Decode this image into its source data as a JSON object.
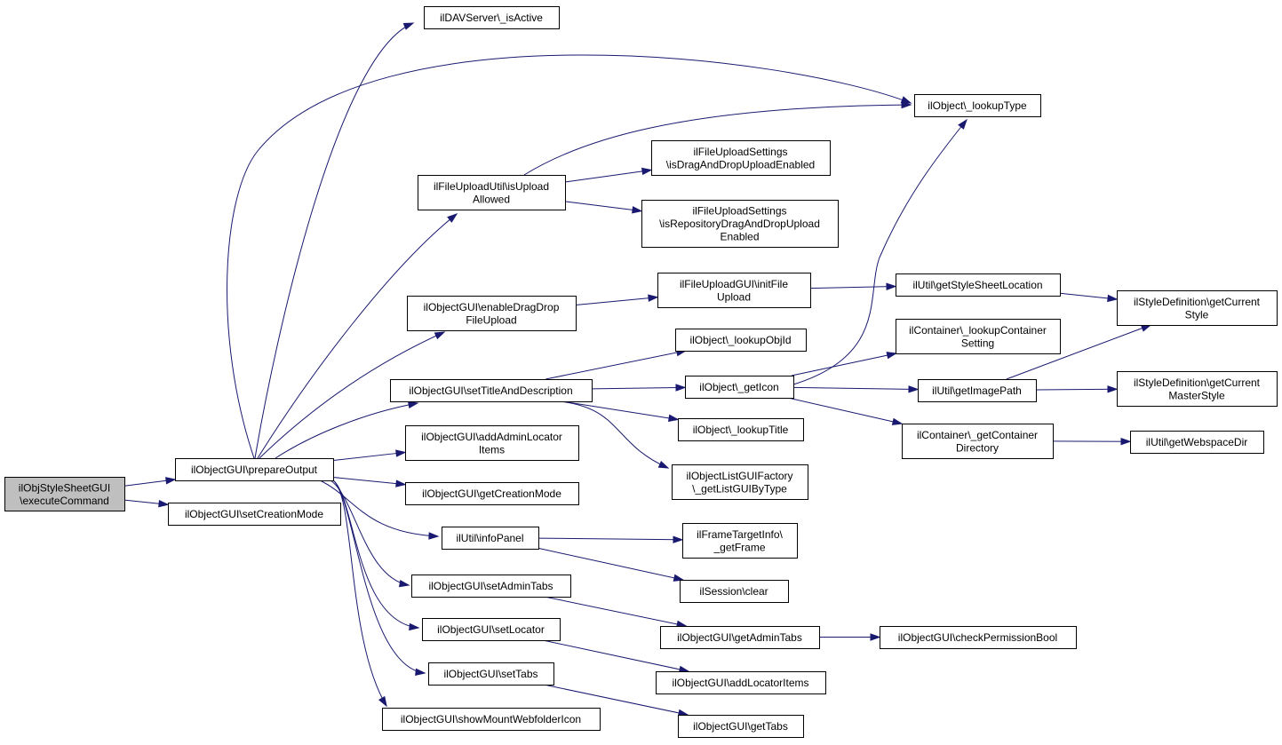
{
  "graph": {
    "type": "call-graph",
    "direction": "left-to-right",
    "colors": {
      "edge": "#191970",
      "node_border": "#000000",
      "node_fill": "#ffffff",
      "root_fill": "#bfbfbf",
      "text": "#000000"
    },
    "nodes": [
      {
        "id": "root",
        "lines": [
          "ilObjStyleSheetGUI",
          "\\executeCommand"
        ],
        "root": true
      },
      {
        "id": "prepareOutput",
        "lines": [
          "ilObjectGUI\\prepareOutput"
        ]
      },
      {
        "id": "setCreationMode",
        "lines": [
          "ilObjectGUI\\setCreationMode"
        ]
      },
      {
        "id": "davIsActive",
        "lines": [
          "ilDAVServer\\_isActive"
        ]
      },
      {
        "id": "lookupType",
        "lines": [
          "ilObject\\_lookupType"
        ]
      },
      {
        "id": "isUploadAllowed",
        "lines": [
          "ilFileUploadUtil\\isUpload",
          "Allowed"
        ]
      },
      {
        "id": "isDragDrop",
        "lines": [
          "ilFileUploadSettings",
          "\\isDragAndDropUploadEnabled"
        ]
      },
      {
        "id": "isRepoDragDrop",
        "lines": [
          "ilFileUploadSettings",
          "\\isRepositoryDragAndDropUpload",
          "Enabled"
        ]
      },
      {
        "id": "enableDragDrop",
        "lines": [
          "ilObjectGUI\\enableDragDrop",
          "FileUpload"
        ]
      },
      {
        "id": "initFileUpload",
        "lines": [
          "ilFileUploadGUI\\initFile",
          "Upload"
        ]
      },
      {
        "id": "getStyleSheetLocation",
        "lines": [
          "ilUtil\\getStyleSheetLocation"
        ]
      },
      {
        "id": "getCurrentStyle",
        "lines": [
          "ilStyleDefinition\\getCurrent",
          "Style"
        ]
      },
      {
        "id": "lookupObjId",
        "lines": [
          "ilObject\\_lookupObjId"
        ]
      },
      {
        "id": "lookupContainerSetting",
        "lines": [
          "ilContainer\\_lookupContainer",
          "Setting"
        ]
      },
      {
        "id": "setTitleAndDescription",
        "lines": [
          "ilObjectGUI\\setTitleAndDescription"
        ]
      },
      {
        "id": "getIcon",
        "lines": [
          "ilObject\\_getIcon"
        ]
      },
      {
        "id": "getImagePath",
        "lines": [
          "ilUtil\\getImagePath"
        ]
      },
      {
        "id": "getCurrentMasterStyle",
        "lines": [
          "ilStyleDefinition\\getCurrent",
          "MasterStyle"
        ]
      },
      {
        "id": "lookupTitle",
        "lines": [
          "ilObject\\_lookupTitle"
        ]
      },
      {
        "id": "getContainerDirectory",
        "lines": [
          "ilContainer\\_getContainer",
          "Directory"
        ]
      },
      {
        "id": "getWebspaceDir",
        "lines": [
          "ilUtil\\getWebspaceDir"
        ]
      },
      {
        "id": "addAdminLocatorItems",
        "lines": [
          "ilObjectGUI\\addAdminLocator",
          "Items"
        ]
      },
      {
        "id": "getListGUIByType",
        "lines": [
          "ilObjectListGUIFactory",
          "\\_getListGUIByType"
        ]
      },
      {
        "id": "getCreationMode",
        "lines": [
          "ilObjectGUI\\getCreationMode"
        ]
      },
      {
        "id": "infoPanel",
        "lines": [
          "ilUtil\\infoPanel"
        ]
      },
      {
        "id": "getFrame",
        "lines": [
          "ilFrameTargetInfo\\",
          "_getFrame"
        ]
      },
      {
        "id": "sessionClear",
        "lines": [
          "ilSession\\clear"
        ]
      },
      {
        "id": "setAdminTabs",
        "lines": [
          "ilObjectGUI\\setAdminTabs"
        ]
      },
      {
        "id": "getAdminTabs",
        "lines": [
          "ilObjectGUI\\getAdminTabs"
        ]
      },
      {
        "id": "checkPermissionBool",
        "lines": [
          "ilObjectGUI\\checkPermissionBool"
        ]
      },
      {
        "id": "setLocator",
        "lines": [
          "ilObjectGUI\\setLocator"
        ]
      },
      {
        "id": "addLocatorItems",
        "lines": [
          "ilObjectGUI\\addLocatorItems"
        ]
      },
      {
        "id": "setTabs",
        "lines": [
          "ilObjectGUI\\setTabs"
        ]
      },
      {
        "id": "getTabs",
        "lines": [
          "ilObjectGUI\\getTabs"
        ]
      },
      {
        "id": "showMountWebfolderIcon",
        "lines": [
          "ilObjectGUI\\showMountWebfolderIcon"
        ]
      }
    ],
    "edges": [
      {
        "from": "root",
        "to": "prepareOutput"
      },
      {
        "from": "root",
        "to": "setCreationMode"
      },
      {
        "from": "prepareOutput",
        "to": "davIsActive"
      },
      {
        "from": "prepareOutput",
        "to": "lookupType"
      },
      {
        "from": "prepareOutput",
        "to": "isUploadAllowed"
      },
      {
        "from": "prepareOutput",
        "to": "enableDragDrop"
      },
      {
        "from": "prepareOutput",
        "to": "setTitleAndDescription"
      },
      {
        "from": "prepareOutput",
        "to": "addAdminLocatorItems"
      },
      {
        "from": "prepareOutput",
        "to": "getCreationMode"
      },
      {
        "from": "prepareOutput",
        "to": "infoPanel"
      },
      {
        "from": "prepareOutput",
        "to": "setAdminTabs"
      },
      {
        "from": "prepareOutput",
        "to": "setLocator"
      },
      {
        "from": "prepareOutput",
        "to": "setTabs"
      },
      {
        "from": "prepareOutput",
        "to": "showMountWebfolderIcon"
      },
      {
        "from": "isUploadAllowed",
        "to": "lookupType"
      },
      {
        "from": "isUploadAllowed",
        "to": "isDragDrop"
      },
      {
        "from": "isUploadAllowed",
        "to": "isRepoDragDrop"
      },
      {
        "from": "enableDragDrop",
        "to": "initFileUpload"
      },
      {
        "from": "initFileUpload",
        "to": "getStyleSheetLocation"
      },
      {
        "from": "getStyleSheetLocation",
        "to": "getCurrentStyle"
      },
      {
        "from": "setTitleAndDescription",
        "to": "lookupObjId"
      },
      {
        "from": "setTitleAndDescription",
        "to": "getIcon"
      },
      {
        "from": "setTitleAndDescription",
        "to": "lookupTitle"
      },
      {
        "from": "setTitleAndDescription",
        "to": "getListGUIByType"
      },
      {
        "from": "getIcon",
        "to": "lookupType"
      },
      {
        "from": "getIcon",
        "to": "lookupContainerSetting"
      },
      {
        "from": "getIcon",
        "to": "getImagePath"
      },
      {
        "from": "getIcon",
        "to": "getContainerDirectory"
      },
      {
        "from": "getImagePath",
        "to": "getCurrentStyle"
      },
      {
        "from": "getImagePath",
        "to": "getCurrentMasterStyle"
      },
      {
        "from": "getContainerDirectory",
        "to": "getWebspaceDir"
      },
      {
        "from": "infoPanel",
        "to": "getFrame"
      },
      {
        "from": "infoPanel",
        "to": "sessionClear"
      },
      {
        "from": "setAdminTabs",
        "to": "getAdminTabs"
      },
      {
        "from": "getAdminTabs",
        "to": "checkPermissionBool"
      },
      {
        "from": "setLocator",
        "to": "addLocatorItems"
      },
      {
        "from": "setTabs",
        "to": "getTabs"
      }
    ]
  }
}
